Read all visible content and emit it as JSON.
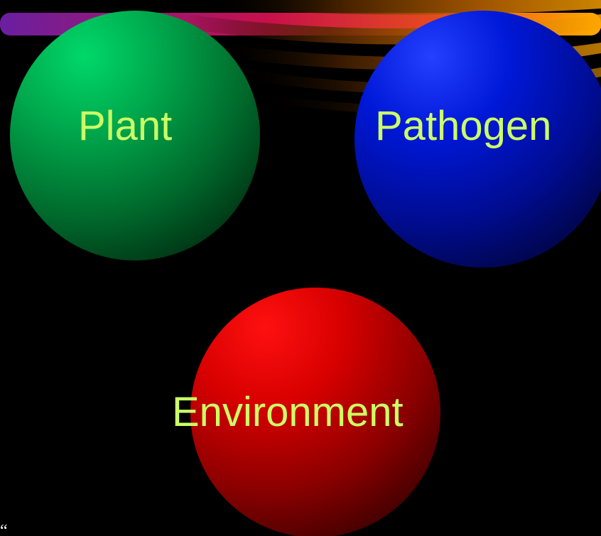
{
  "colors": {
    "background": "#000000",
    "label_text": "#ccff66",
    "plant_sphere": "#00a84c",
    "pathogen_sphere": "#0018d8",
    "environment_sphere": "#d80000",
    "band_left": "#6a1fa0",
    "band_mid": "#c8104a",
    "band_right": "#ffaa00"
  },
  "diagram": {
    "nodes": [
      {
        "id": "plant",
        "label": "Plant",
        "icon": "green-sphere"
      },
      {
        "id": "pathogen",
        "label": "Pathogen",
        "icon": "blue-sphere"
      },
      {
        "id": "environment",
        "label": "Environment",
        "icon": "red-sphere"
      }
    ]
  },
  "footer": {
    "glyph": "“"
  }
}
